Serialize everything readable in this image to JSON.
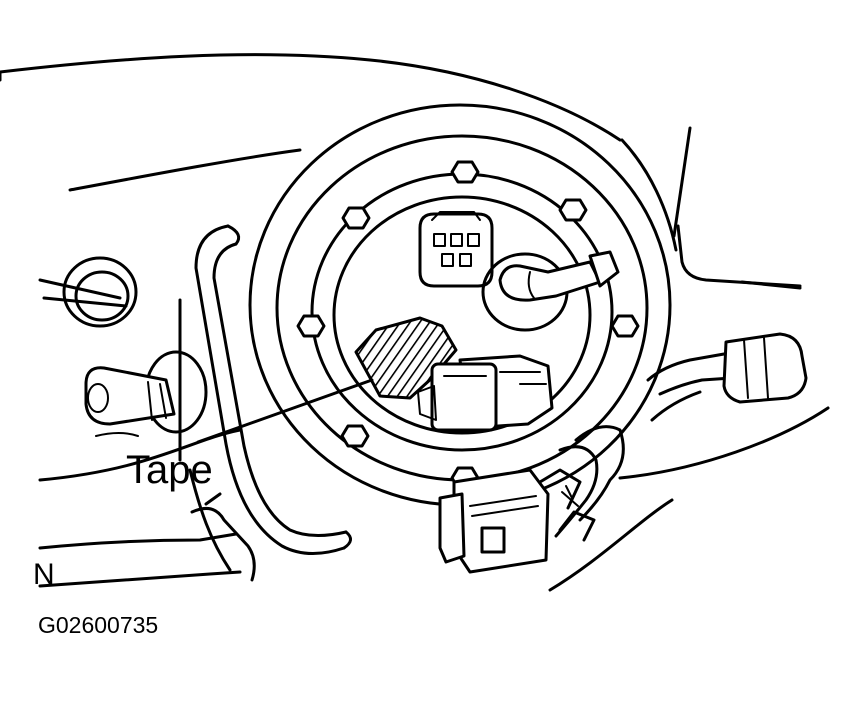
{
  "labels": {
    "tape": "Tape",
    "north": "N",
    "figure_code": "G02600735"
  },
  "colors": {
    "line": "#000000",
    "background": "#ffffff",
    "hatch": "#000000"
  }
}
